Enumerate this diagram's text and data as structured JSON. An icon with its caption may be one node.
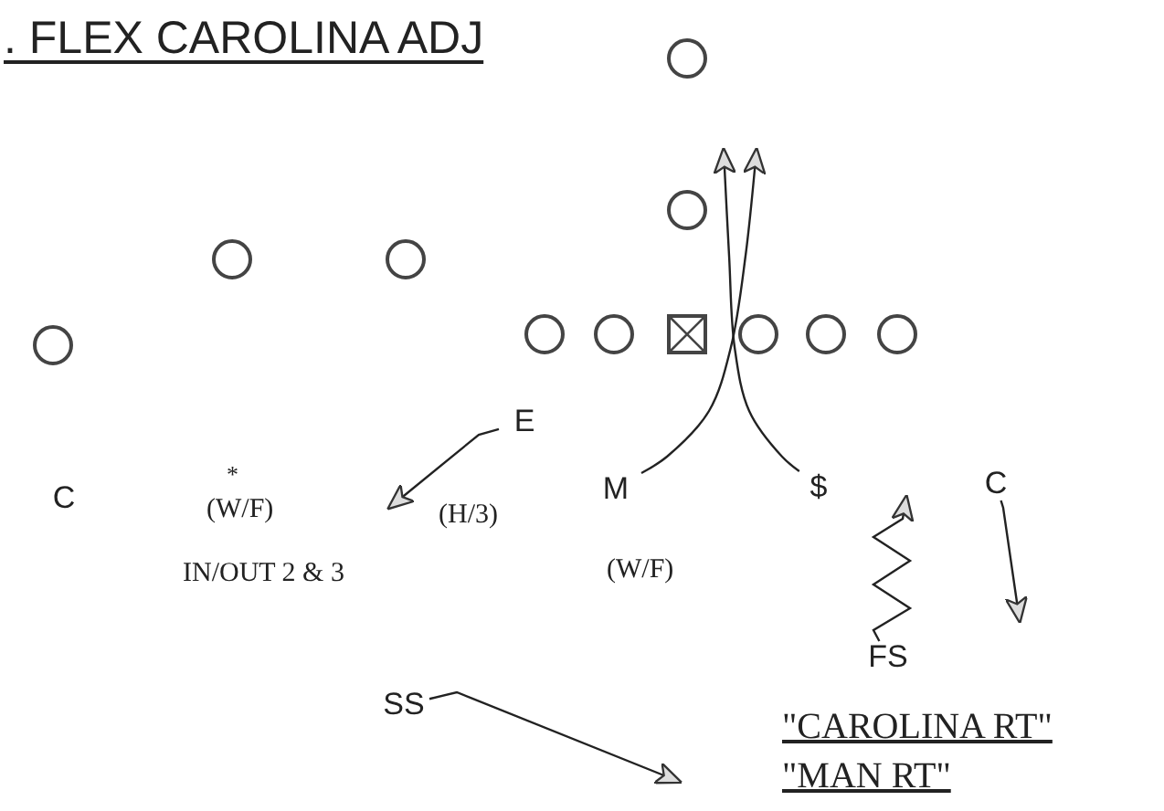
{
  "diagram": {
    "title": ". FLEX CAROLINA ADJ",
    "nodes": [
      {
        "text": [],
        "shape": "circle"
      },
      {
        "text": [],
        "shape": "circle"
      },
      {
        "text": [],
        "shape": "circle"
      },
      {
        "text": [],
        "shape": "circle"
      },
      {
        "text": [],
        "shape": "circle"
      },
      {
        "text": [],
        "shape": "circle"
      },
      {
        "text": [],
        "shape": "box"
      },
      {
        "text": [],
        "shape": "circle"
      },
      {
        "text": [],
        "shape": "circle"
      },
      {
        "text": [],
        "shape": "circle"
      },
      {
        "text": [],
        "shape": "circle"
      },
      {
        "text": [
          "E"
        ]
      },
      {
        "text": [
          "C"
        ]
      },
      {
        "text": [
          "M"
        ]
      },
      {
        "text": [
          "$"
        ]
      },
      {
        "text": [
          "C"
        ]
      },
      {
        "text": [
          "FS"
        ]
      },
      {
        "text": [
          "SS"
        ]
      }
    ],
    "edges": [
      {
        "from": 11,
        "to": null,
        "arrow": "to"
      },
      {
        "from": 13,
        "to": null,
        "arrow": "to"
      },
      {
        "from": 14,
        "to": null,
        "arrow": "to"
      },
      {
        "from": 16,
        "to": null,
        "arrow": "to"
      },
      {
        "from": 15,
        "to": null,
        "arrow": "to"
      },
      {
        "from": 17,
        "to": null,
        "arrow": "to"
      }
    ],
    "labels": [
      "*",
      "(W/F)",
      "(H/3)",
      "IN/OUT 2 & 3",
      "(W/F)",
      "\"CAROLINA RT\"",
      "\"MAN RT\""
    ]
  }
}
